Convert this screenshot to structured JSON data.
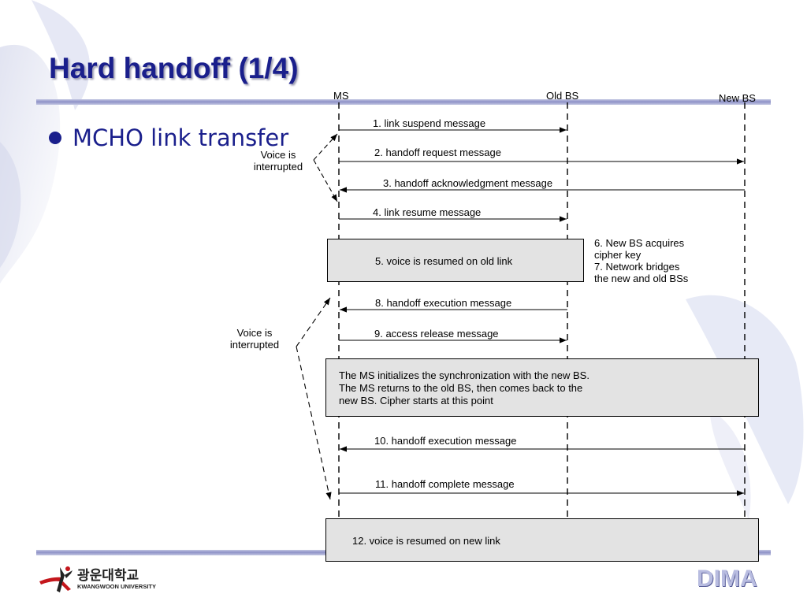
{
  "slide": {
    "title": "Hard handoff (1/4)",
    "bullet": "MCHO link transfer"
  },
  "entities": {
    "ms": "MS",
    "old_bs": "Old BS",
    "new_bs": "New BS"
  },
  "messages": [
    "1. link suspend message",
    "2. handoff request message",
    "3. handoff acknowledgment message",
    "4. link resume message",
    "8. handoff execution message",
    "9. access release message",
    "10. handoff execution message",
    "11. handoff complete message"
  ],
  "boxes": {
    "box5": "5. voice is resumed on old link",
    "box_sync": [
      "The MS initializes the synchronization with the new BS.",
      "The MS returns to the old BS, then comes back to the",
      "new BS. Cipher starts at this point"
    ],
    "box12": "12. voice is resumed on new link"
  },
  "notes": {
    "steps_6_7": [
      "6. New BS acquires",
      "cipher key",
      "7. Network bridges",
      "the new and old BSs"
    ],
    "voice_interrupted_1": [
      "Voice is",
      "interrupted"
    ],
    "voice_interrupted_2": [
      "Voice is",
      "interrupted"
    ]
  },
  "footer": {
    "university_korean": "광운대학교",
    "university_english": "KWANGWOON UNIVERSITY",
    "brand": "DIMA"
  },
  "colors": {
    "title": "#1a1f8c",
    "box_fill": "#e3e3e3",
    "rule": "#8e92c8",
    "logo_red": "#c4161c"
  }
}
